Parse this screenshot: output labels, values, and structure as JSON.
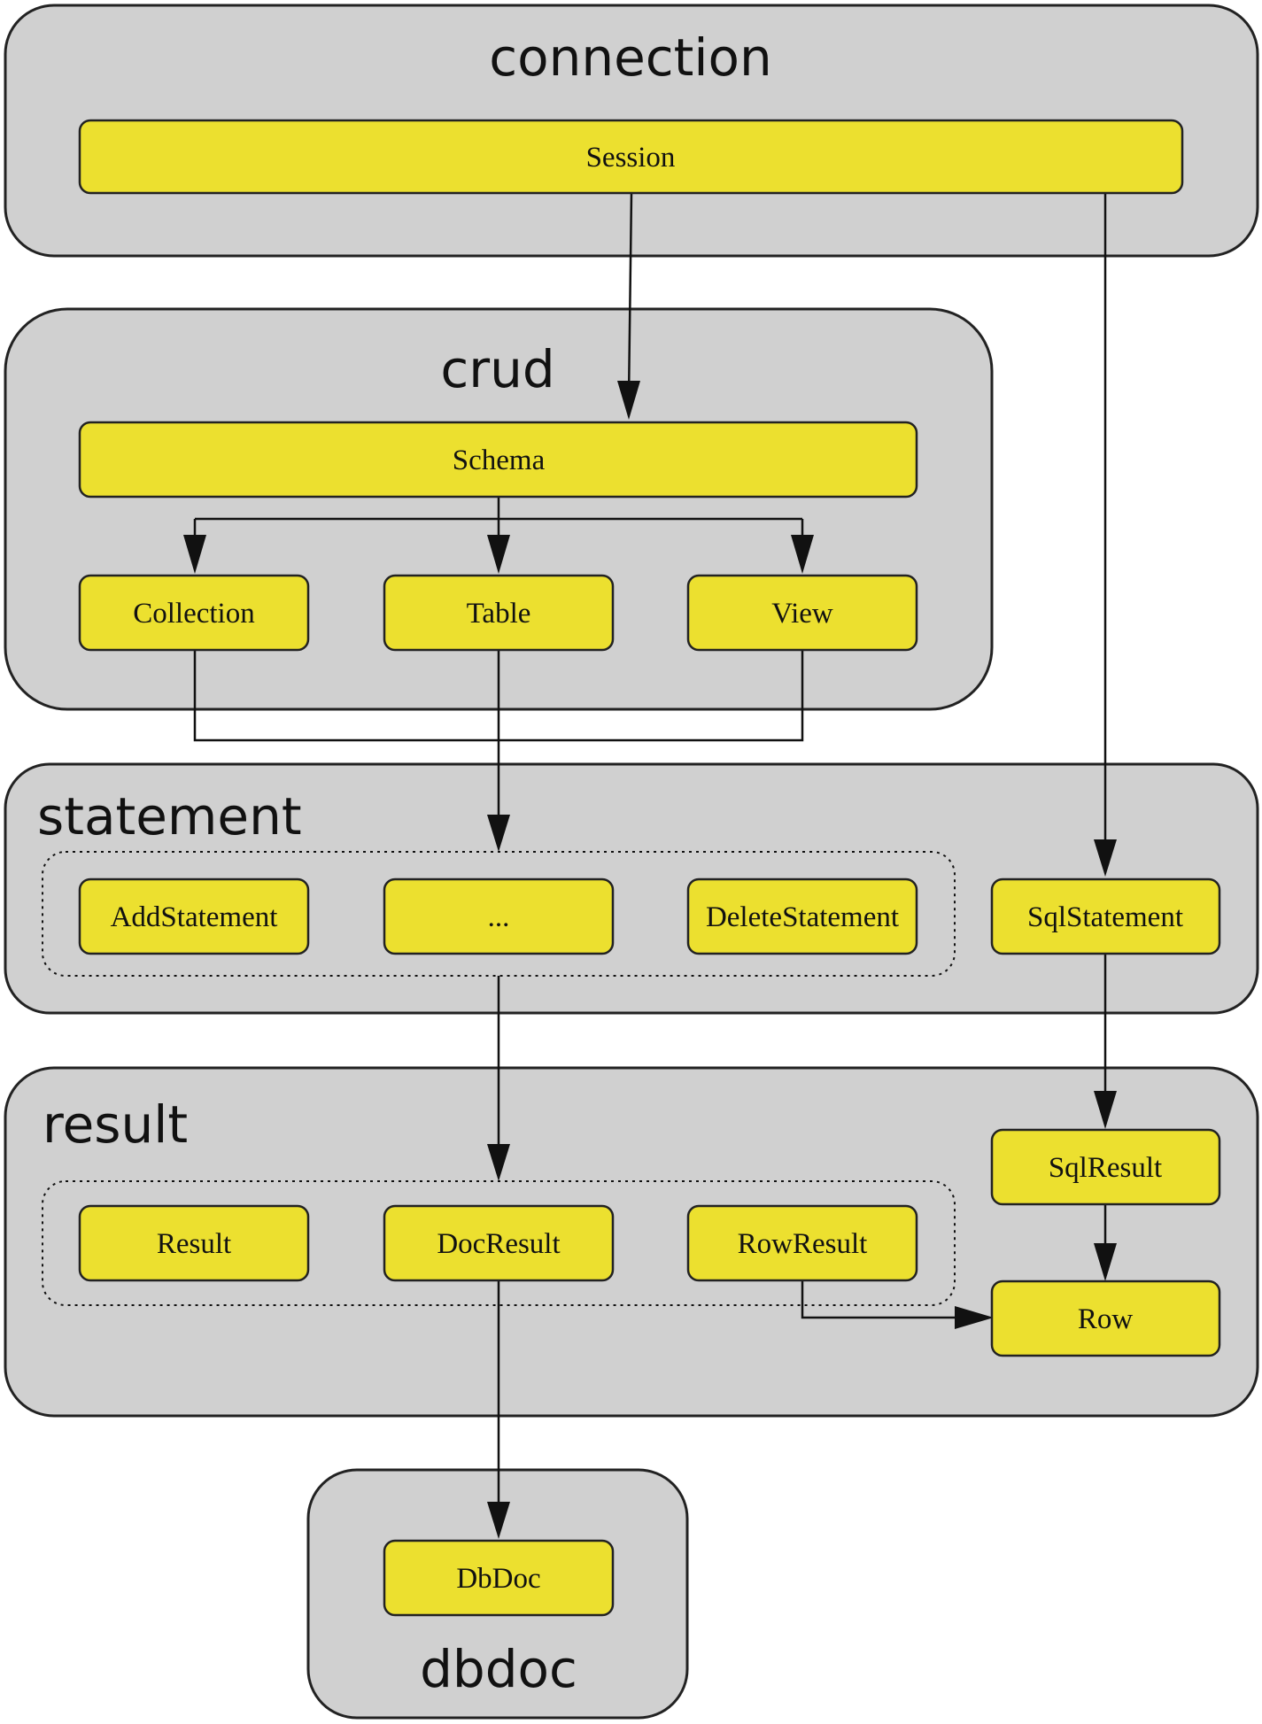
{
  "groups": {
    "connection": "connection",
    "crud": "crud",
    "statement": "statement",
    "result": "result",
    "dbdoc": "dbdoc"
  },
  "nodes": {
    "session": "Session",
    "schema": "Schema",
    "collection": "Collection",
    "table": "Table",
    "view": "View",
    "add_statement": "AddStatement",
    "ellipsis_statement": "...",
    "delete_statement": "DeleteStatement",
    "sql_statement": "SqlStatement",
    "sql_result": "SqlResult",
    "result": "Result",
    "doc_result": "DocResult",
    "row_result": "RowResult",
    "row": "Row",
    "dbdoc": "DbDoc"
  },
  "colors": {
    "group_fill": "#d0d0d0",
    "node_fill": "#ece02f",
    "stroke": "#222222"
  }
}
